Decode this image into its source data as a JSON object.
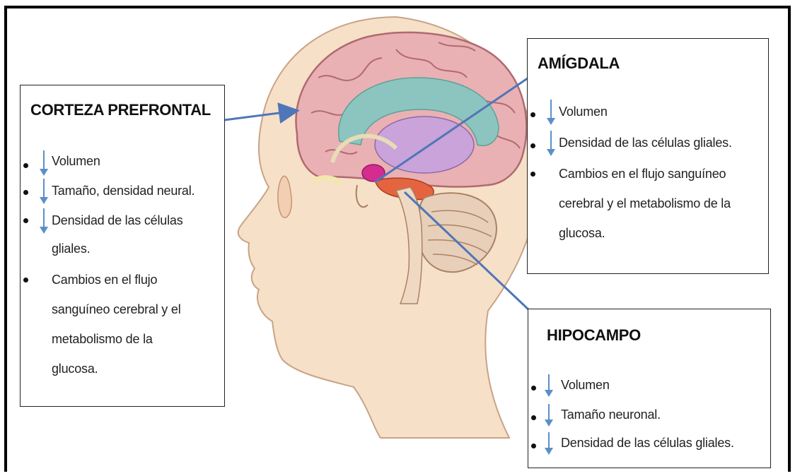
{
  "colors": {
    "connector": "#4f76b8",
    "down_arrow": "#5b8fc9",
    "skin": "#f6e0c8",
    "cortex": "#e9b1b3",
    "ventricle": "#8cc5c0"
  },
  "icons": {
    "decrease": "down-arrow-icon",
    "bullet": "bullet-icon"
  },
  "boxes": {
    "corteza": {
      "title": "CORTEZA PREFRONTAL",
      "items": [
        "Volumen",
        "Tamaño, densidad neural.",
        "Densidad de las células",
        "gliales.",
        "Cambios en  el  flujo",
        "sanguíneo cerebral y el",
        "metabolismo de la",
        "glucosa."
      ]
    },
    "amigdala": {
      "title": "AMÍGDALA",
      "items": [
        "Volumen",
        "Densidad de las células gliales.",
        "Cambios en  el  flujo sanguíneo",
        "cerebral y el metabolismo de la",
        "glucosa."
      ]
    },
    "hipocampo": {
      "title": "HIPOCAMPO",
      "items": [
        "Volumen",
        "Tamaño neuronal.",
        "Densidad de las células gliales."
      ]
    }
  }
}
